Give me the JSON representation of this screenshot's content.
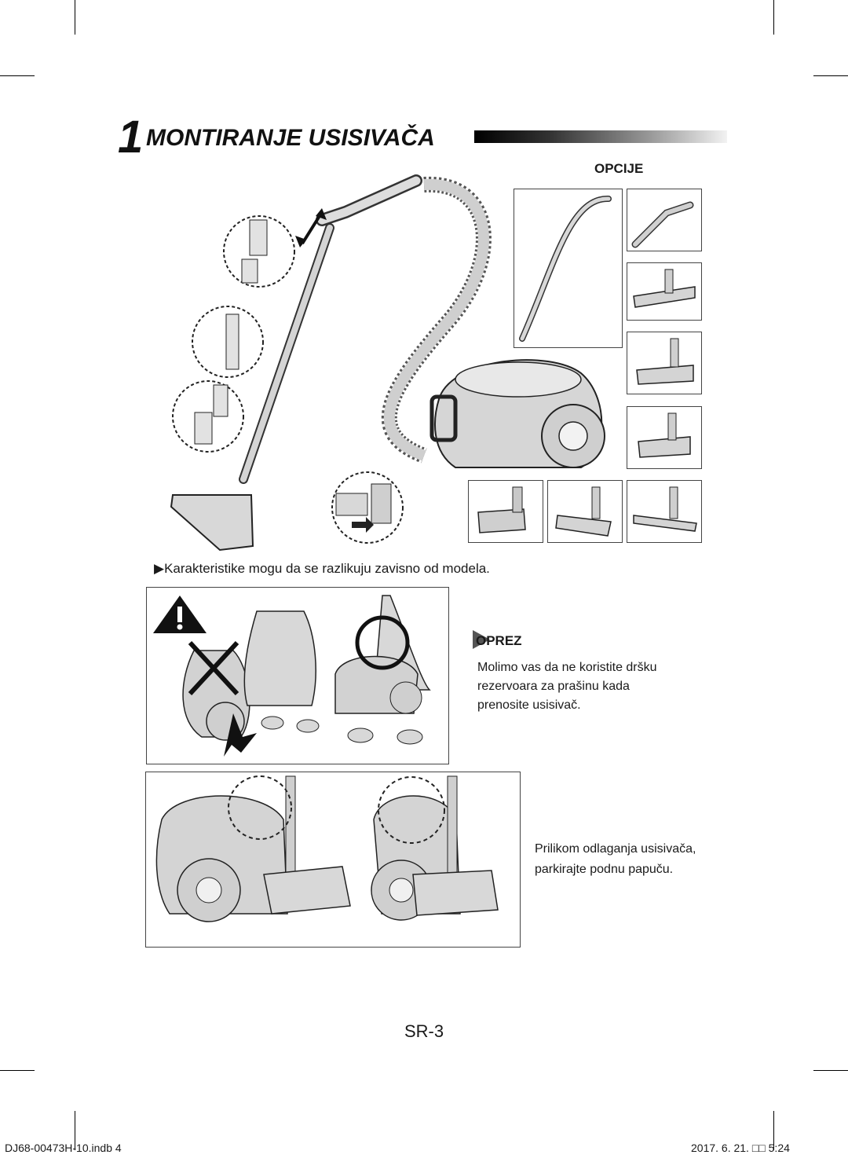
{
  "section": {
    "number": "1",
    "title": "MONTIRANJE USISIVAČA",
    "options_label": "OPCIJE"
  },
  "note": "Karakteristike mogu da se razlikuju zavisno od modela.",
  "caution": {
    "title": "OPREZ",
    "lines": [
      "Molimo vas da ne koristite dršku",
      "rezervoara za prašinu kada",
      "prenosite usisivač."
    ]
  },
  "parking": {
    "lines": [
      "Prilikom odlaganja usisivača,",
      "parkirajte podnu papuču."
    ]
  },
  "page_number": "SR-3",
  "footer": {
    "file": "DJ68-00473H-10.indb   4",
    "date": "2017. 6. 21.   □□ 5:24"
  },
  "icons": [
    "warning-triangle-icon",
    "cross-mark-icon",
    "circle-ok-icon",
    "caution-arrow-icon",
    "arrow-right-icon"
  ],
  "colors": {
    "heading_bar_start": "#000000",
    "heading_bar_end": "#f2f2f2",
    "illustration_fill": "#d8d8d8",
    "outline": "#222222"
  }
}
